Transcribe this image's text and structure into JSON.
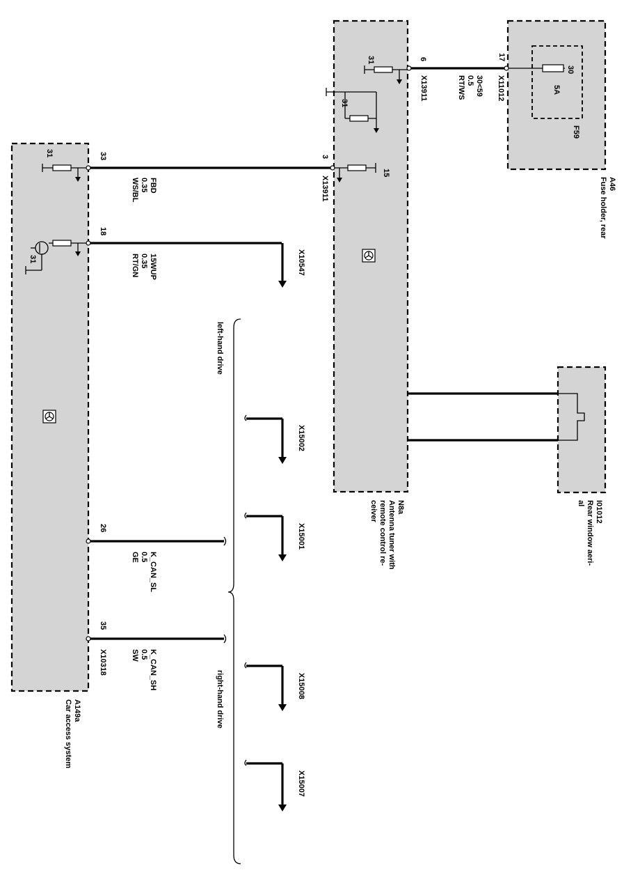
{
  "components": {
    "a46": {
      "id": "A46",
      "name": "Fuse holder, rear"
    },
    "f59": {
      "id": "F59",
      "pin_in": "30",
      "rating": "5A"
    },
    "n8a": {
      "id": "N8a",
      "name_line1": "Antenna tuner with",
      "name_line2": "remote control re-",
      "name_line3": "ceiver"
    },
    "i01012": {
      "id": "I01012",
      "name_line1": "Rear window aeri-",
      "name_line2": "al"
    },
    "a149a": {
      "id": "A149a",
      "name": "Car access system"
    }
  },
  "wires": {
    "w_fuse": {
      "pin_n8a": "6",
      "pin_a46": "17",
      "conn_n8a": "X13911",
      "conn_a46": "X11012",
      "signal": "30<59",
      "size": "0.5",
      "color": "RT/WS"
    },
    "w_fbd": {
      "pin_cas": "33",
      "pin_n8a": "3",
      "conn_n8a": "X13911",
      "signal": "FBD",
      "size": "0.35",
      "color": "WS/BL"
    },
    "w_15wup": {
      "pin_cas": "18",
      "connector": "X10547",
      "signal": "15WUP",
      "size": "0.35",
      "color": "RT/GN"
    },
    "w_can_sl": {
      "pin_cas": "26",
      "signal": "K_CAN_SL",
      "size": "0.5",
      "color": "GE"
    },
    "w_can_sh": {
      "pin_cas": "35",
      "conn_cas": "X10318",
      "signal": "K_CAN_SH",
      "size": "0.5",
      "color": "SW"
    }
  },
  "ground_labels": {
    "n8a_top": "31",
    "n8a_mid": "31",
    "cas_top": "31",
    "cas_mid": "31"
  },
  "pin_15": "15",
  "groups": {
    "lhd": "left-hand drive",
    "rhd": "right-hand drive"
  },
  "connectors": {
    "c1": "X15002",
    "c2": "X15001",
    "c3": "X15008",
    "c4": "X15007"
  }
}
